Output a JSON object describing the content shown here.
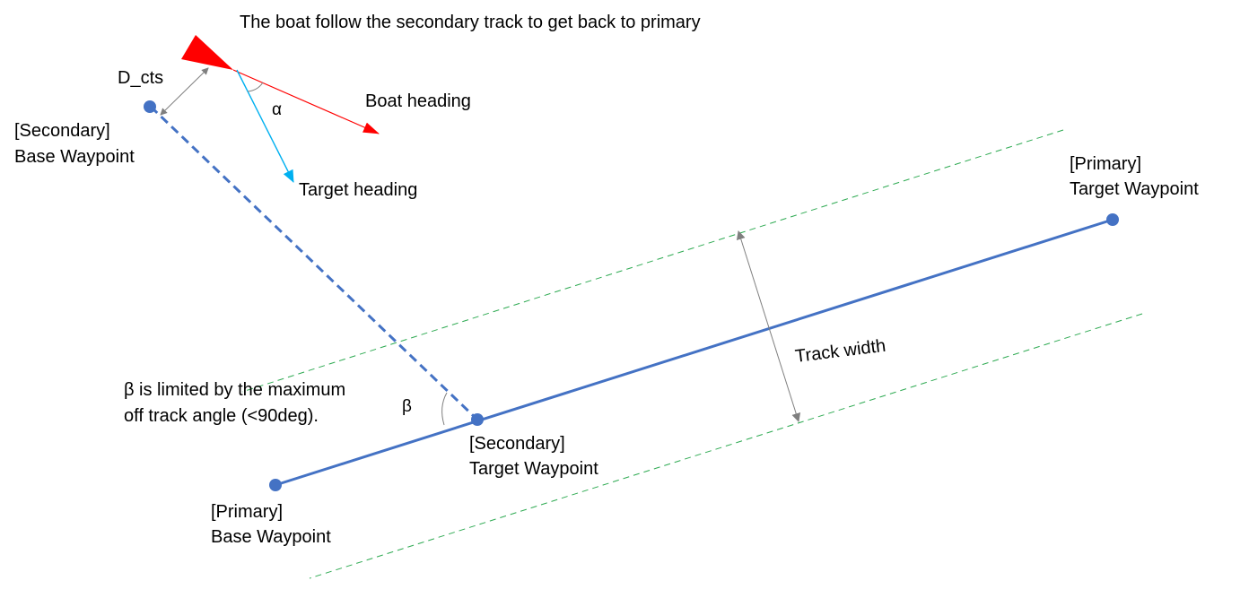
{
  "colors": {
    "track_blue": "#4472C4",
    "boundary_green": "#2EAA52",
    "boat_red": "#FF0000",
    "target_cyan": "#00B0F0",
    "dimension_gray": "#7F7F7F",
    "text": "#000000"
  },
  "texts": {
    "title": "The boat follow the secondary track to get back to primary",
    "d_cts": "D_cts",
    "secondary_base_line1": "[Secondary]",
    "secondary_base_line2": "Base Waypoint",
    "alpha": "α",
    "boat_heading": "Boat heading",
    "target_heading": "Target heading",
    "primary_target_line1": "[Primary]",
    "primary_target_line2": "Target Waypoint",
    "track_width": "Track width",
    "beta_note_line1": "β is limited by the maximum",
    "beta_note_line2": "off track angle (<90deg).",
    "beta": "β",
    "secondary_target_line1": "[Secondary]",
    "secondary_target_line2": "Target Waypoint",
    "primary_base_line1": "[Primary]",
    "primary_base_line2": "Base Waypoint"
  }
}
